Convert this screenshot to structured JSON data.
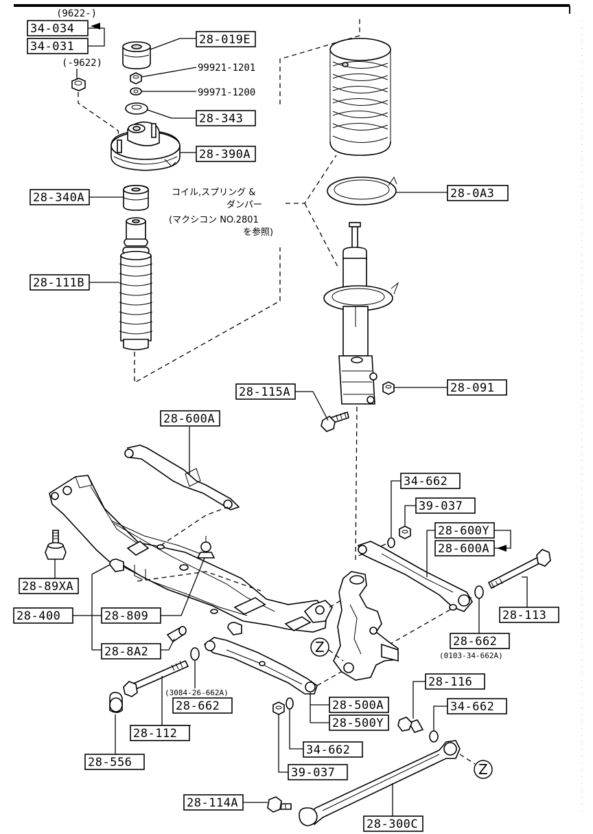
{
  "notes": {
    "n9622_from": "(9622-)",
    "n9622_to": "(-9622)",
    "ref_line1": "コイル,スプリング &",
    "ref_line2": "ダンパー",
    "ref_line3": "(マクシコン NO.2801",
    "ref_line4": "を参照)",
    "note_28662_right": "(0103-34-662A)",
    "note_28662_left": "(3084-26-662A)"
  },
  "parts": {
    "p34034": "34-034",
    "p34031": "34-031",
    "p28019E": "28-019E",
    "p99921": "99921-1201",
    "p99971": "99971-1200",
    "p28343": "28-343",
    "p28390A": "28-390A",
    "p28340A": "28-340A",
    "p28111B": "28-111B",
    "p280A3": "28-0A3",
    "p28115A": "28-115A",
    "p28091": "28-091",
    "p28600A_top": "28-600A",
    "p34662_a": "34-662",
    "p39037_a": "39-037",
    "p28600Y": "28-600Y",
    "p28600A_r": "28-600A",
    "p2889XA": "28-89XA",
    "p28400": "28-400",
    "p28809": "28-809",
    "p288A2": "28-8A2",
    "p28113": "28-113",
    "p28662_r": "28-662",
    "p28116": "28-116",
    "p34662_b": "34-662",
    "p28662_l": "28-662",
    "p28500A": "28-500A",
    "p28500Y": "28-500Y",
    "p28112": "28-112",
    "p34662_c": "34-662",
    "p28556": "28-556",
    "p39037_b": "39-037",
    "p28114A": "28-114A",
    "p28300C": "28-300C"
  },
  "markers": {
    "z": "Z"
  }
}
